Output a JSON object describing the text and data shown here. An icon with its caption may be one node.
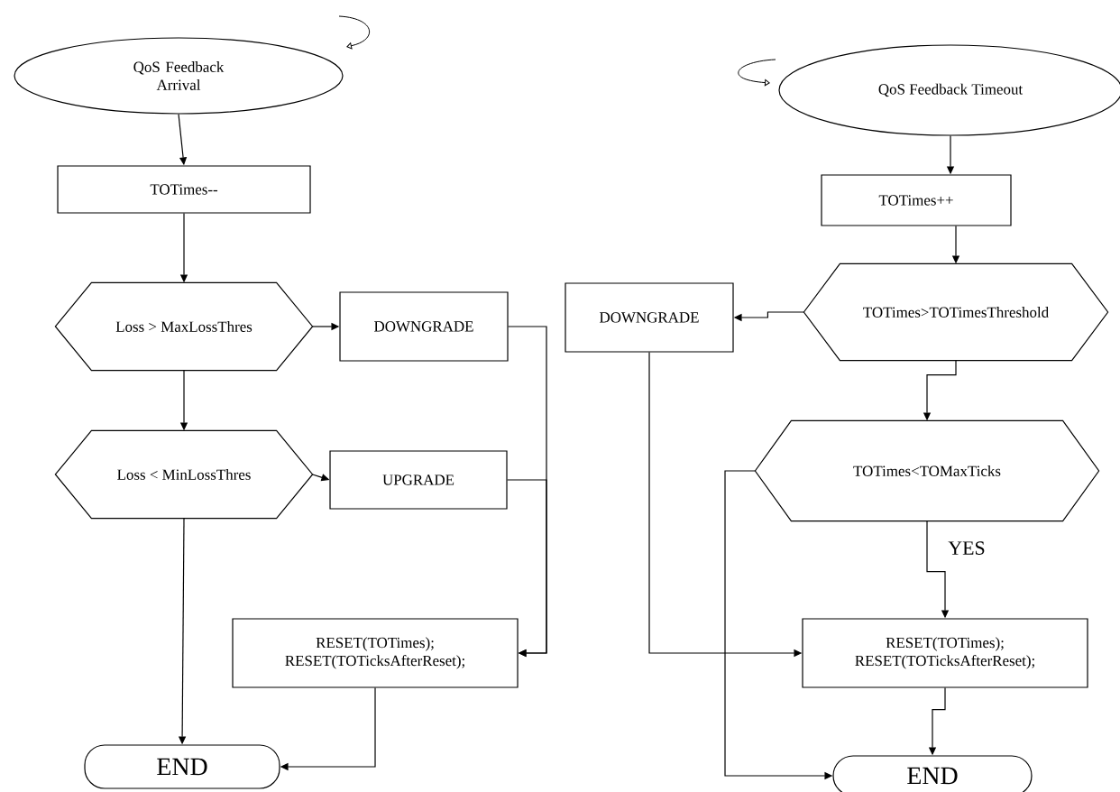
{
  "diagram": {
    "nodes": [
      {
        "text": [
          "QoS Feedback Arrival"
        ]
      },
      {
        "text": [
          "TOTimes--"
        ]
      },
      {
        "text": [
          "Loss > MaxLossThres"
        ]
      },
      {
        "text": [
          "DOWNGRADE"
        ]
      },
      {
        "text": [
          "Loss < MinLossThres"
        ]
      },
      {
        "text": [
          "UPGRADE"
        ]
      },
      {
        "text": [
          "RESET(TOTimes); RESET(TOTicksAfterReset);"
        ]
      },
      {
        "text": [
          "END"
        ]
      },
      {
        "text": [
          "QoS Feedback Timeout"
        ]
      },
      {
        "text": [
          "TOTimes++"
        ]
      },
      {
        "text": [
          "DOWNGRADE"
        ]
      },
      {
        "text": [
          "TOTimes>TOTimesThreshold"
        ]
      },
      {
        "text": [
          "TOTimes<TOMaxTicks"
        ]
      },
      {
        "text": [
          "RESET(TOTimes); RESET(TOTicksAfterReset);"
        ]
      },
      {
        "text": [
          "END"
        ]
      }
    ],
    "edges": [
      {
        "from": 0,
        "to": 1,
        "arrow": "to"
      },
      {
        "from": 1,
        "to": 2,
        "arrow": "to"
      },
      {
        "from": 2,
        "to": 3,
        "arrow": "to"
      },
      {
        "from": 2,
        "to": 4,
        "arrow": "to"
      },
      {
        "from": 4,
        "to": 5,
        "arrow": "to"
      },
      {
        "from": 3,
        "to": 6,
        "arrow": "to"
      },
      {
        "from": 5,
        "to": 6,
        "arrow": "to"
      },
      {
        "from": 4,
        "to": 7,
        "arrow": "to"
      },
      {
        "from": 6,
        "to": 7,
        "arrow": "to"
      },
      {
        "from": 8,
        "to": 9,
        "arrow": "to"
      },
      {
        "from": 9,
        "to": 11,
        "arrow": "to"
      },
      {
        "from": 11,
        "to": 10,
        "arrow": "to"
      },
      {
        "from": 11,
        "to": 12,
        "arrow": "to"
      },
      {
        "from": 12,
        "to": 13,
        "arrow": "to",
        "label": "YES"
      },
      {
        "from": 10,
        "to": 13,
        "arrow": "to"
      },
      {
        "from": 12,
        "to": 14,
        "arrow": "to"
      },
      {
        "from": 13,
        "to": 14,
        "arrow": "to"
      }
    ]
  }
}
